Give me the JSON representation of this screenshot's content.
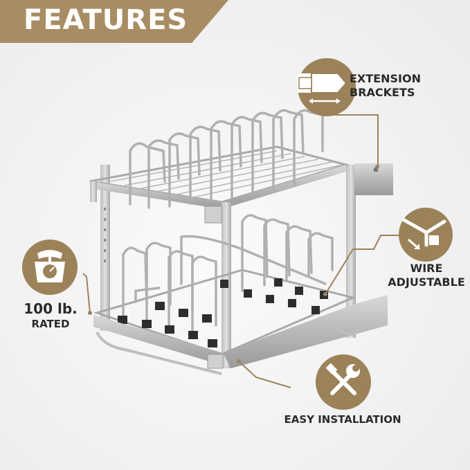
{
  "banner": {
    "title": "FEATURES"
  },
  "features": {
    "extension": {
      "line1": "EXTENSION",
      "line2": "BRACKETS"
    },
    "wire": {
      "line1": "WIRE",
      "line2": "ADJUSTABLE"
    },
    "rated": {
      "line1": "100 lb.",
      "line2": "RATED"
    },
    "install": {
      "line1": "EASY INSTALLATION"
    }
  },
  "colors": {
    "accent": "#a88c63",
    "accent_dark": "#9c8259",
    "text": "#2a2a2a",
    "background": "#f2f2f2"
  },
  "icons": [
    "bracket-icon",
    "wire-hook-icon",
    "scale-icon",
    "tools-icon"
  ]
}
